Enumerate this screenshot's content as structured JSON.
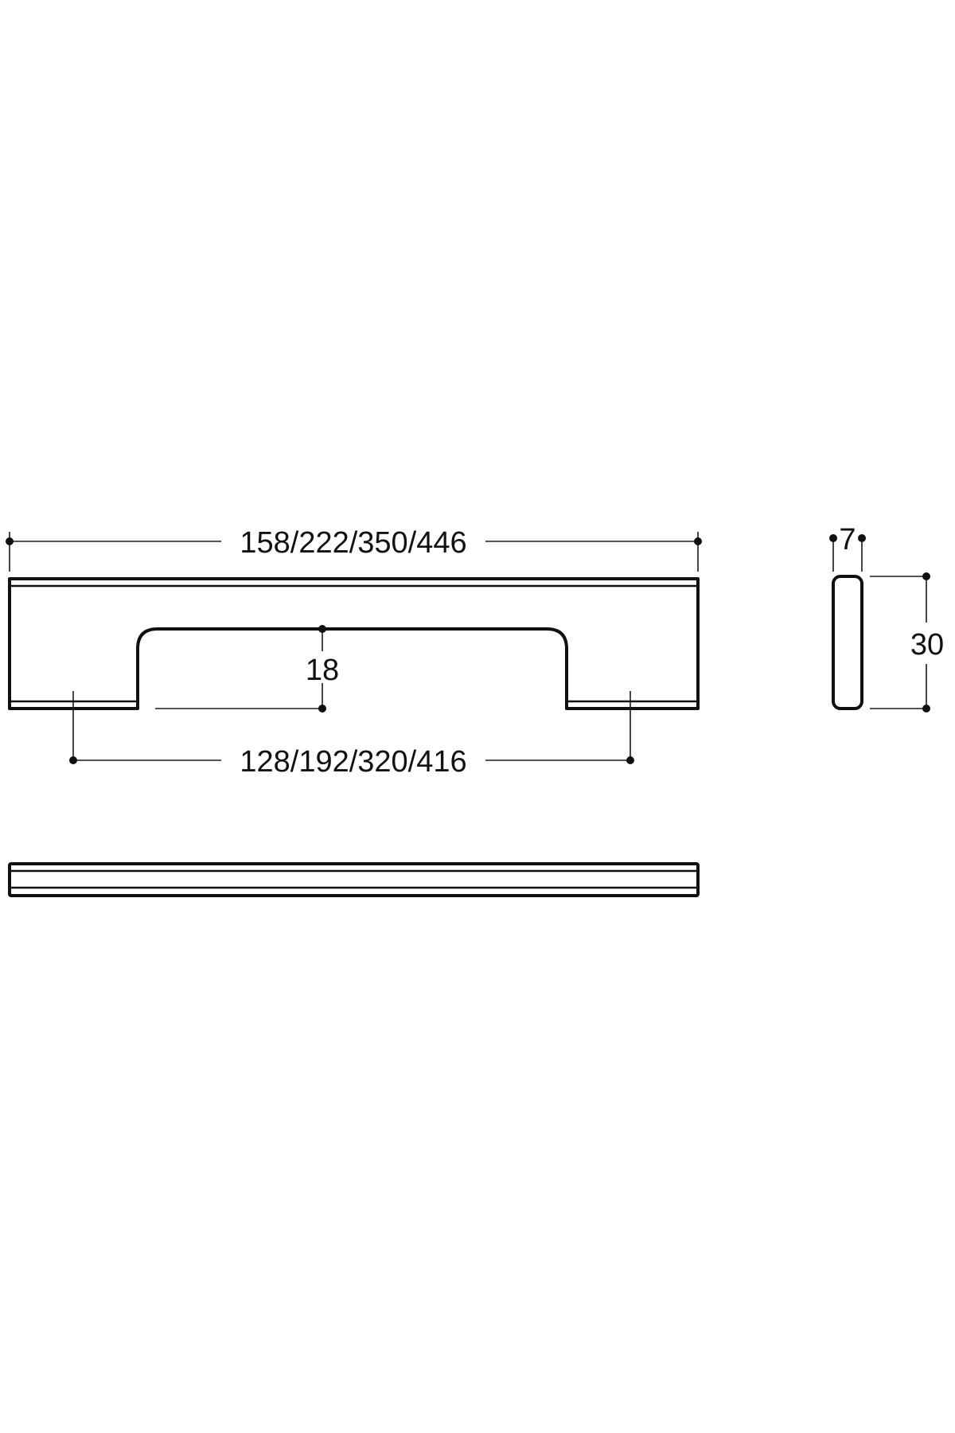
{
  "dimensions": {
    "overall_length": "158/222/350/446",
    "hole_spacing": "128/192/320/416",
    "grip_depth": "18",
    "profile_thickness": "7",
    "profile_height": "30"
  },
  "colors": {
    "line": "#111111",
    "background": "#ffffff"
  }
}
